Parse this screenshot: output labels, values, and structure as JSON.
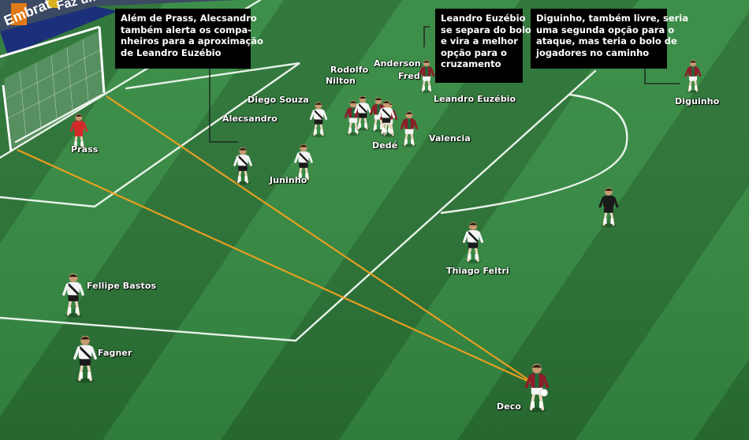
{
  "ad_boards": [
    {
      "id": "embratel",
      "text": "Embrat",
      "color": "#ffffff",
      "background": "#1c2f7a"
    },
    {
      "id": "faca-um",
      "text": "Faz um",
      "color": "#ffffff",
      "background": "#1c2f7a"
    }
  ],
  "players": [
    {
      "id": "prass",
      "name": "Prass",
      "kit": "goalkeeper"
    },
    {
      "id": "alecsandro",
      "name": "Alecsandro",
      "kit": "vasco"
    },
    {
      "id": "diego-souza",
      "name": "Diego Souza",
      "kit": "vasco"
    },
    {
      "id": "rodolfo",
      "name": "Rodolfo",
      "kit": "fluminense"
    },
    {
      "id": "nilton",
      "name": "Nilton",
      "kit": "vasco"
    },
    {
      "id": "anderson",
      "name": "Anderson",
      "kit": "fluminense"
    },
    {
      "id": "fred",
      "name": "Fred",
      "kit": "fluminense"
    },
    {
      "id": "leandro-euzebio",
      "name": "Leandro Euzébio",
      "kit": "fluminense"
    },
    {
      "id": "valencia",
      "name": "Valencia",
      "kit": "fluminense"
    },
    {
      "id": "dede",
      "name": "Dedé",
      "kit": "vasco"
    },
    {
      "id": "juninho",
      "name": "Juninho",
      "kit": "vasco"
    },
    {
      "id": "thiago-feltri",
      "name": "Thiago Feltri",
      "kit": "vasco"
    },
    {
      "id": "diguinho",
      "name": "Diguinho",
      "kit": "fluminense"
    },
    {
      "id": "fellipe-bastos",
      "name": "Fellipe Bastos",
      "kit": "vasco"
    },
    {
      "id": "fagner",
      "name": "Fagner",
      "kit": "vasco"
    },
    {
      "id": "deco",
      "name": "Deco",
      "kit": "fluminense"
    },
    {
      "id": "referee",
      "name": "",
      "kit": "referee"
    }
  ],
  "annotations": [
    {
      "id": "prass-alecsandro-note",
      "lines": [
        "Além de Prass, Alecsandro",
        "também alerta os compa-",
        "nheiros para a aproximação",
        "de Leandro Euzébio"
      ]
    },
    {
      "id": "leandro-note",
      "lines": [
        "Leandro Euzébio",
        "se separa do bolo",
        "e vira a melhor",
        "opção para o",
        "cruzamento"
      ]
    },
    {
      "id": "diguinho-note",
      "lines": [
        "Diguinho, também livre, seria",
        "uma segunda opção para o",
        "ataque, mas teria o bolo de",
        "jogadores no caminho"
      ]
    }
  ],
  "colors": {
    "grass_dark": "#2a7335",
    "grass_light": "#358a42",
    "pitch_lines": "#e8f2e8",
    "sight_lines": "#f0a020",
    "annotation_bg": "#000000",
    "annotation_text": "#ffffff",
    "vasco_shirt": "#f4f4f4",
    "fluminense_shirt": "#8c1e2a",
    "goalkeeper_shirt": "#d42a2a",
    "referee_shirt": "#1a1a1a"
  }
}
